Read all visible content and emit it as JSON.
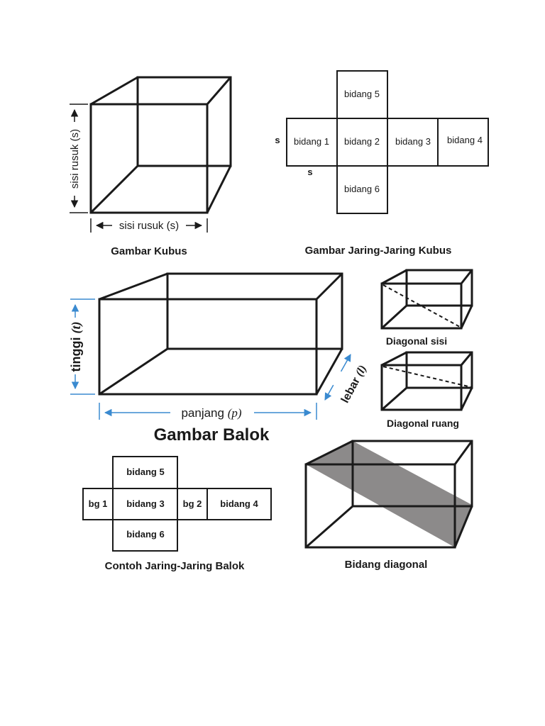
{
  "cube": {
    "vertical_label": "sisi rusuk (s)",
    "horizontal_label": "sisi rusuk (s)",
    "caption": "Gambar Kubus"
  },
  "cube_net": {
    "faces": [
      "bidang 5",
      "bidang 1",
      "bidang 2",
      "bidang 3",
      "bidang 4",
      "bidang 6"
    ],
    "side_label_left": "s",
    "side_label_bottom": "s",
    "caption": "Gambar Jaring-Jaring Kubus"
  },
  "cuboid": {
    "height_label": "tinggi",
    "height_symbol": "(t)",
    "length_label": "panjang",
    "length_symbol": "(p)",
    "width_label": "lebar",
    "width_symbol": "(l)",
    "caption": "Gambar Balok"
  },
  "diagonals": {
    "face_caption": "Diagonal sisi",
    "space_caption": "Diagonal ruang"
  },
  "cuboid_net": {
    "faces": [
      "bidang 5",
      "bg 1",
      "bidang 3",
      "bg 2",
      "bidang 4",
      "bidang 6"
    ],
    "caption": "Contoh Jaring-Jaring Balok"
  },
  "diagonal_plane": {
    "caption": "Bidang diagonal",
    "fill_color": "#8c8a8a"
  },
  "colors": {
    "line": "#1a1a1a",
    "dimension_accent": "#3a8ad0"
  }
}
